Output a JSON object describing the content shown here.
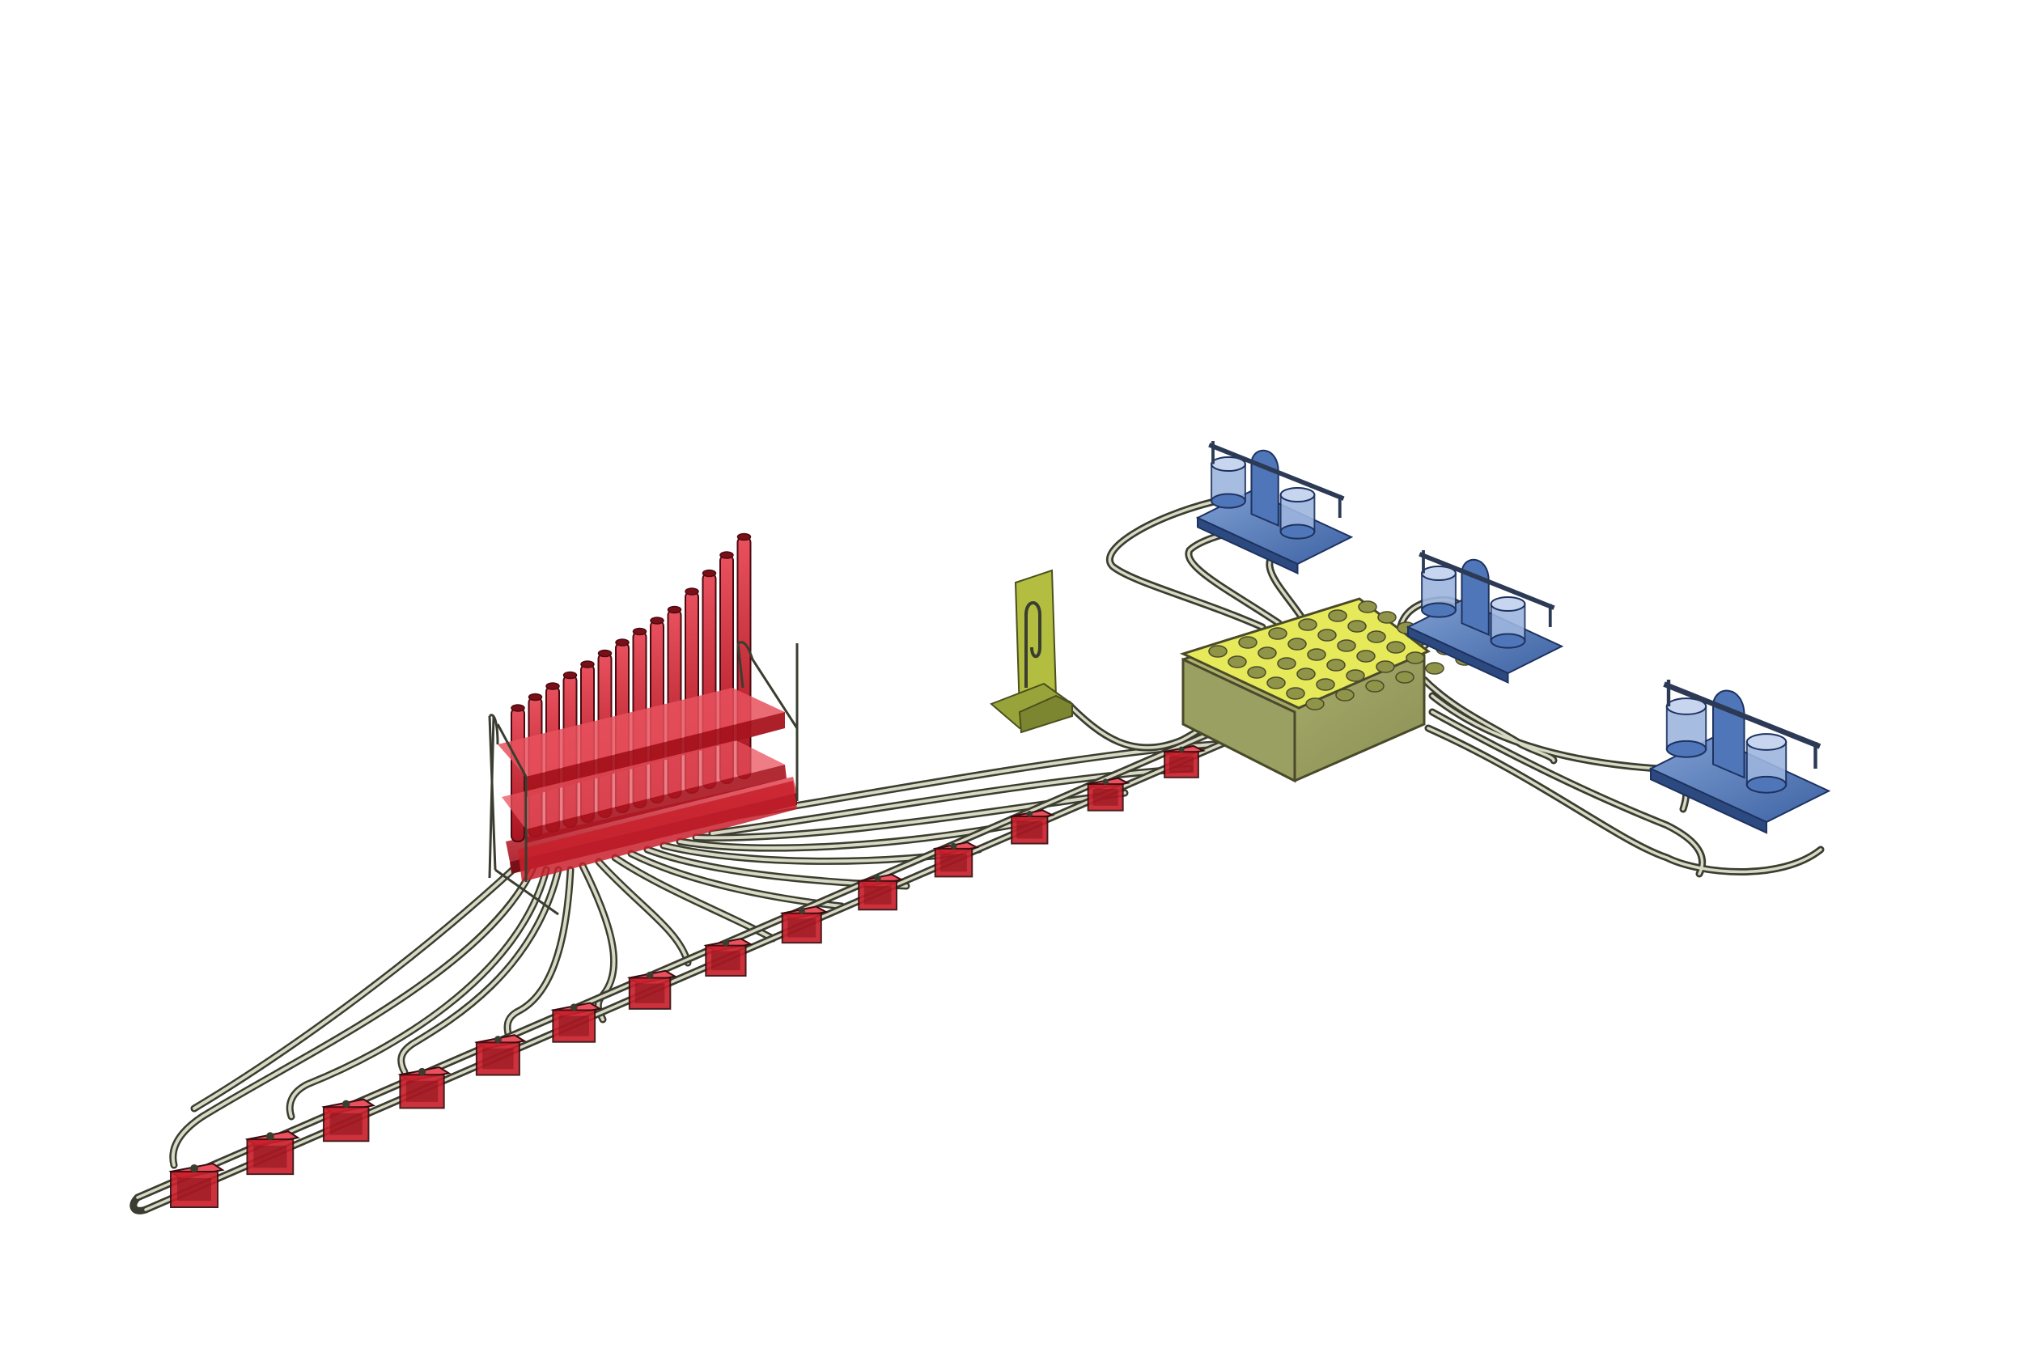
{
  "scene": {
    "description_visible_text": [],
    "colors": {
      "background": "#ffffff",
      "tube_dark": "#3a3d30",
      "tube_light": "#d8d9c4",
      "red_part": "#c8202c",
      "red_part_light": "#e8515d",
      "red_part_dark": "#7a1017",
      "yellow_top": "#e6ea5a",
      "yellow_side": "#9aa062",
      "blue_part": "#4f76b8",
      "blue_part_dark": "#2c4a80",
      "olive_panel": "#98a43a"
    },
    "components": {
      "test_tube_rack": "test-tube-rack",
      "valve_blocks": 14,
      "yellow_manifold": "well-plate-manifold",
      "olive_panel": "serpentine-chip-panel",
      "blue_pump_units": 3
    }
  }
}
